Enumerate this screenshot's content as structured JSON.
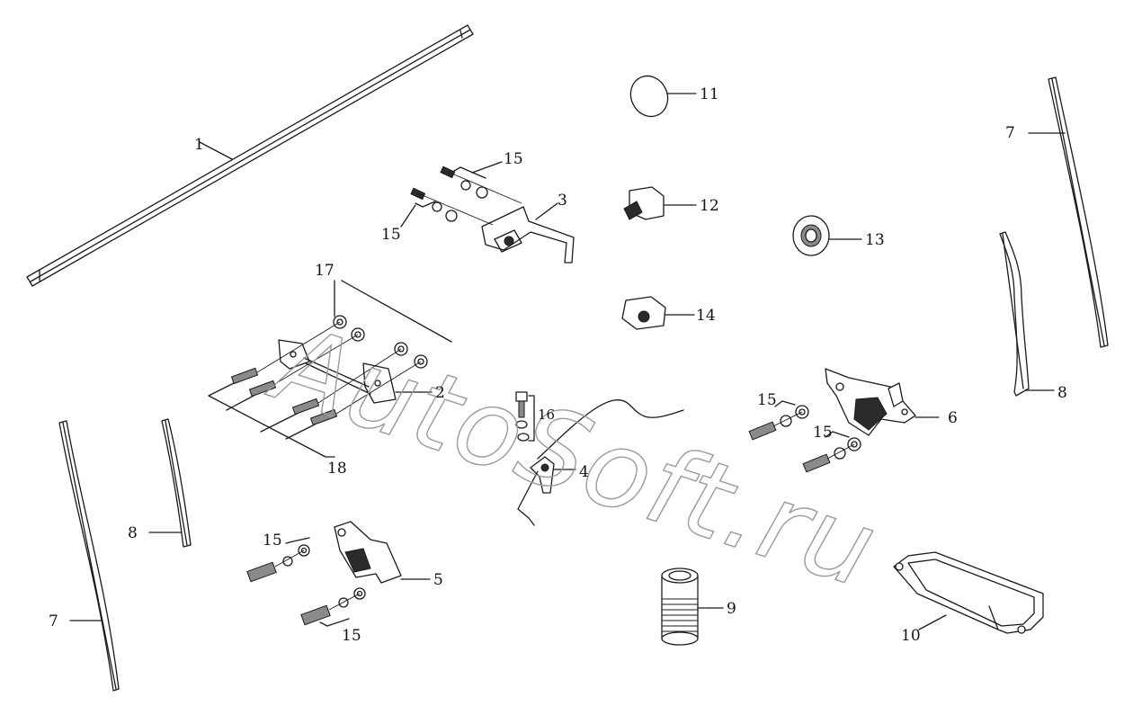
{
  "diagram": {
    "watermark": "AutoSoft.ru",
    "callouts": {
      "c1": "1",
      "c2": "2",
      "c3": "3",
      "c4": "4",
      "c5": "5",
      "c6": "6",
      "c7a": "7",
      "c7b": "7",
      "c8a": "8",
      "c8b": "8",
      "c9": "9",
      "c10": "10",
      "c11": "11",
      "c12": "12",
      "c13": "13",
      "c14": "14",
      "c15a": "15",
      "c15b": "15",
      "c15c": "15",
      "c15d": "15",
      "c15e": "15",
      "c15f": "15",
      "c16": "16",
      "c17": "17",
      "c18": "18"
    }
  }
}
